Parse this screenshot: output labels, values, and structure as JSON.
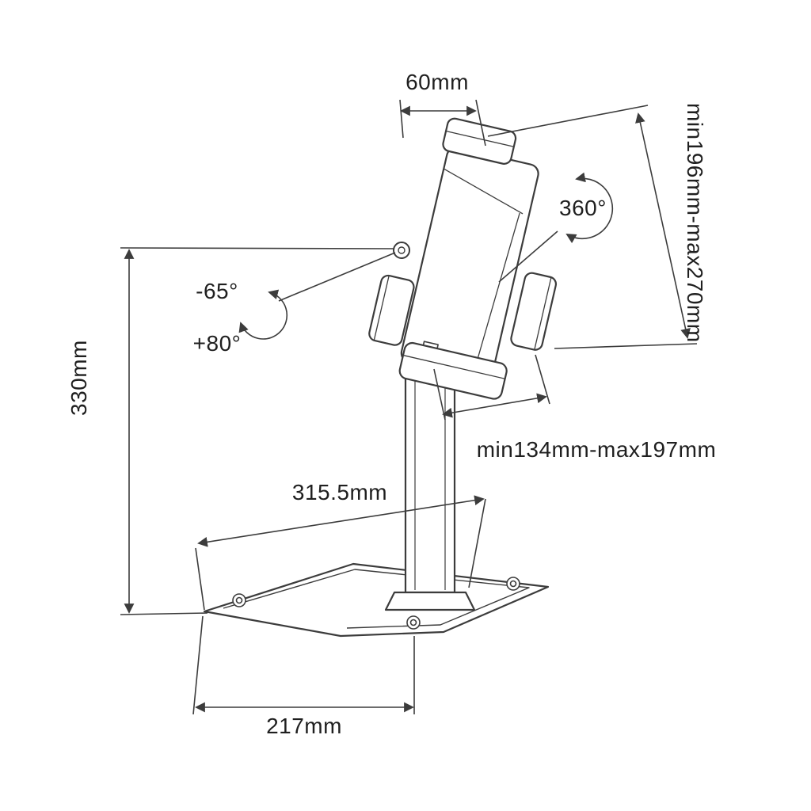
{
  "labels": {
    "top_width": "60mm",
    "holder_height_range": "min196mm-max270mm",
    "rotation_range": "360°",
    "tilt_up": "-65°",
    "tilt_down": "+80°",
    "stand_height": "330mm",
    "holder_width_range": "min134mm-max197mm",
    "base_depth": "315.5mm",
    "base_front_width": "217mm"
  }
}
